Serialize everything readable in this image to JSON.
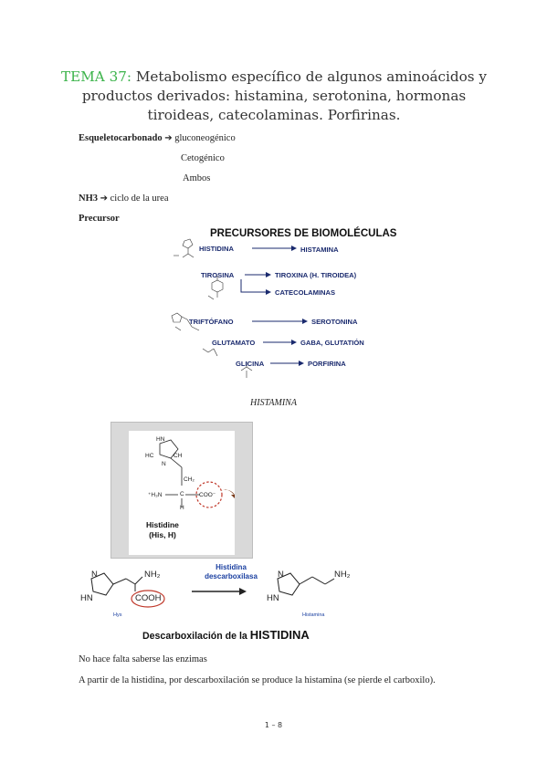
{
  "title": {
    "tema": "TEMA 37:",
    "text": "Metabolismo específico de algunos aminoácidos y productos derivados: histamina, serotonina, hormonas tiroideas, catecolaminas. Porfirinas."
  },
  "body": {
    "esqueleto_label": "Esqueletocarbonado",
    "arrow": "➔",
    "gluconeogenico": "gluconeogénico",
    "cetogenico": "Cetogénico",
    "ambos": "Ambos",
    "nh3_label": "NH3",
    "nh3_text": "ciclo de la urea",
    "precursor": "Precursor",
    "no_hace_falta": "No hace falta saberse las enzimas",
    "a_partir": "A partir de la histidina, por descarboxilación se produce la histamina (se pierde el carboxilo)."
  },
  "precursores": {
    "title": "PRECURSORES DE BIOMOLÉCULAS",
    "rows": [
      {
        "from": "HISTIDINA",
        "to": "HISTAMINA"
      },
      {
        "from": "TIROSINA",
        "to": "TIROXINA (H. TIROIDEA)"
      },
      {
        "from": "",
        "to": "CATECOLAMINAS"
      },
      {
        "from": "TRIFTÓFANO",
        "to": "SEROTONINA"
      },
      {
        "from": "GLUTAMATO",
        "to": "GABA, GLUTATIÓN"
      },
      {
        "from": "GLICINA",
        "to": "PORFIRINA"
      }
    ]
  },
  "histamina_heading": "HISTAMINA",
  "histidine_box": {
    "name": "Histidine",
    "abbr": "(His, H)",
    "atoms": {
      "hn": "HN",
      "nh": "N",
      "ch": "CH",
      "hc": "HC",
      "ch2": "CH₂",
      "h3n": "⁺H₃N",
      "c": "C",
      "coo": "COO⁻",
      "h": "H"
    }
  },
  "decarboxylation": {
    "nh2_left": "NH₂",
    "cooh": "COOH",
    "hn_left": "HN",
    "n_left": "N",
    "enzyme_line1": "Histidina",
    "enzyme_line2": "descarboxilasa",
    "nh2_right": "NH₂",
    "hn_right": "HN",
    "n_right": "N",
    "hys": "Hys",
    "histamina_small": "Histamina",
    "caption_prefix": "Descarboxilación de la",
    "caption_big": "HISTIDINA"
  },
  "page_number": "1 – 8",
  "colors": {
    "tema": "#3bb34a",
    "label_blue": "#1a2a6e",
    "enzyme_blue": "#1a3fa0",
    "circle_red": "#c0392b"
  }
}
